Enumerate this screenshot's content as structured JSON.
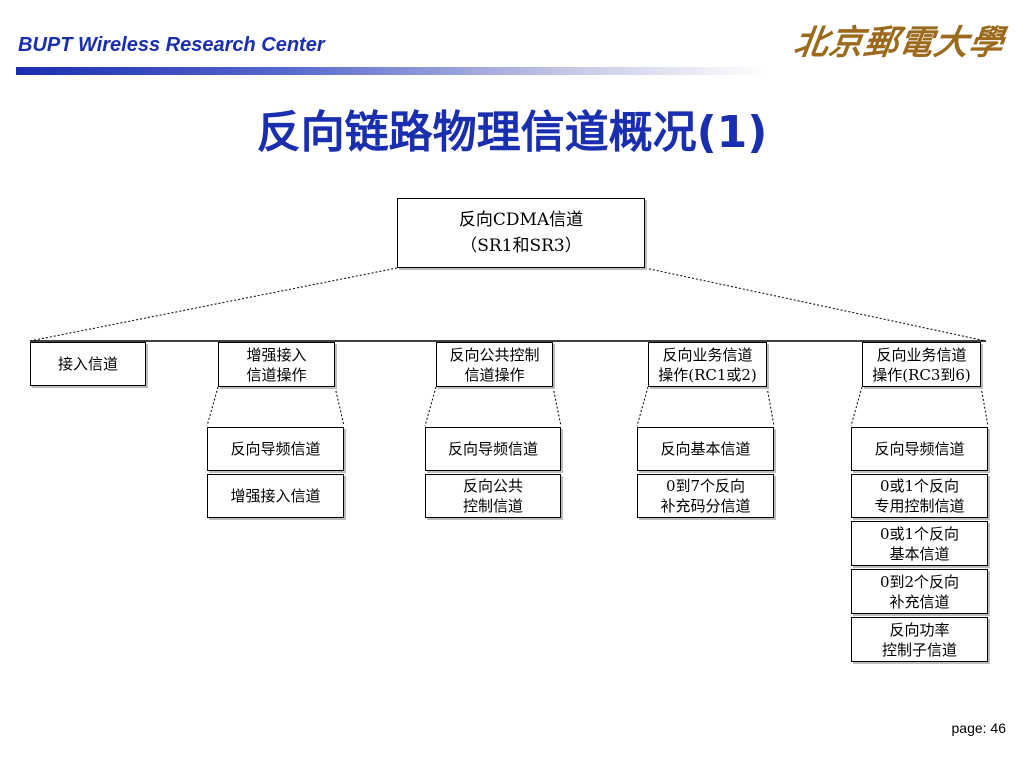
{
  "header": {
    "title": "BUPT Wireless Research Center",
    "logo_text": "北京郵電大學"
  },
  "slide": {
    "title": "反向链路物理信道概况(1)",
    "page_label": "page: 46"
  },
  "diagram": {
    "root": "反向CDMA信道\n（SR1和SR3）",
    "level1": [
      "接入信道",
      "增强接入\n信道操作",
      "反向公共控制\n信道操作",
      "反向业务信道\n操作(RC1或2)",
      "反向业务信道\n操作(RC3到6)"
    ],
    "groups": [
      [
        "反向导频信道",
        "增强接入信道"
      ],
      [
        "反向导频信道",
        "反向公共\n控制信道"
      ],
      [
        "反向基本信道",
        "0到7个反向\n补充码分信道"
      ],
      [
        "反向导频信道",
        "0或1个反向\n专用控制信道",
        "0或1个反向\n基本信道",
        "0到2个反向\n补充信道",
        "反向功率\n控制子信道"
      ]
    ]
  }
}
